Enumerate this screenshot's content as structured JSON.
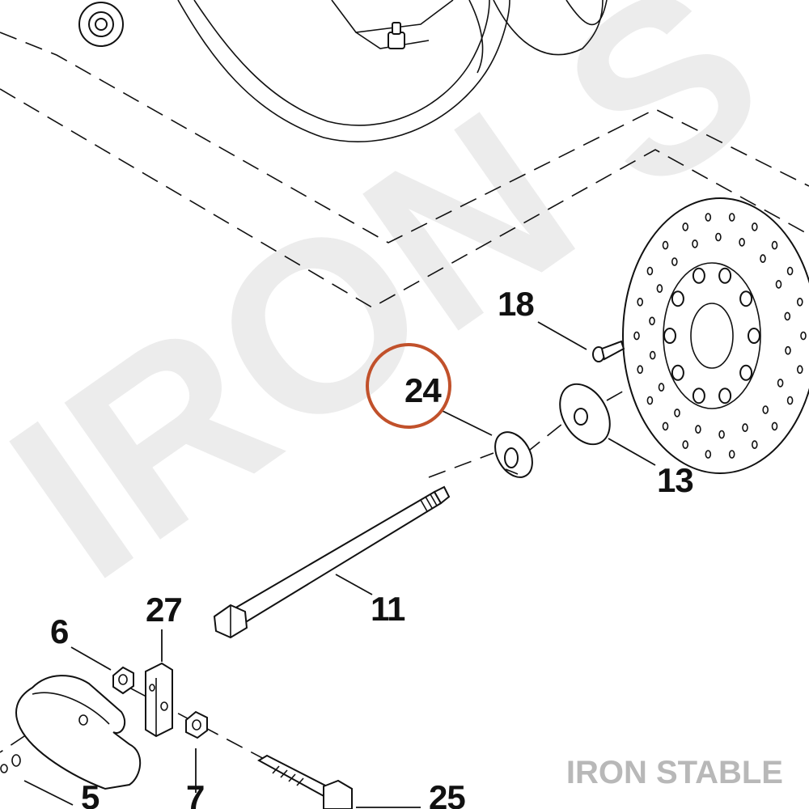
{
  "watermark": {
    "text": "IRON S"
  },
  "brand": {
    "text": "IRON STABLE"
  },
  "highlight": {
    "label": "24",
    "color": "#c1512b"
  },
  "callouts": {
    "c18": "18",
    "c24": "24",
    "c13": "13",
    "c11": "11",
    "c27": "27",
    "c6": "6",
    "c5": "5",
    "c7": "7",
    "c25": "25"
  },
  "icons": {
    "wheel": "rear-wheel-icon",
    "rotor": "brake-rotor-icon",
    "axle": "axle-icon",
    "spacer": "spacer-icon",
    "washer": "washer-icon",
    "screw": "rotor-screw-icon",
    "bolt": "bolt-icon",
    "nut": "nut-icon"
  }
}
